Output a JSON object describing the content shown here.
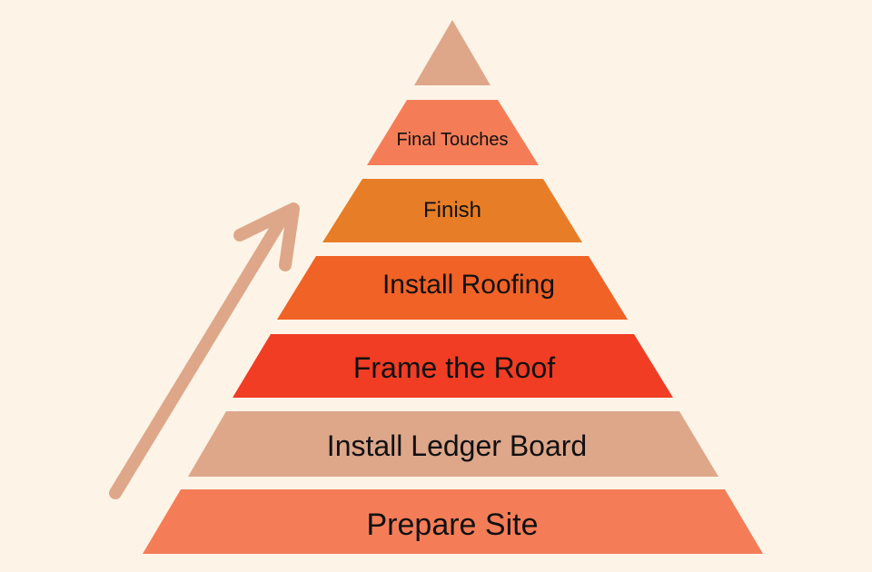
{
  "diagram": {
    "background_color": "#fdf4e7",
    "arrow": {
      "color": "#dea78a",
      "direction": "up-right",
      "icon": "arrow-up-right-icon"
    },
    "apex_color": "#dea78a",
    "tiers": [
      {
        "label": "Final Touches",
        "color": "#f47d58"
      },
      {
        "label": "Finish",
        "color": "#e87d27"
      },
      {
        "label": "Install Roofing",
        "color": "#f16226"
      },
      {
        "label": "Frame the Roof",
        "color": "#f03d24"
      },
      {
        "label": "Install Ledger Board",
        "color": "#dea78a"
      },
      {
        "label": "Prepare Site",
        "color": "#f47d58"
      }
    ]
  }
}
